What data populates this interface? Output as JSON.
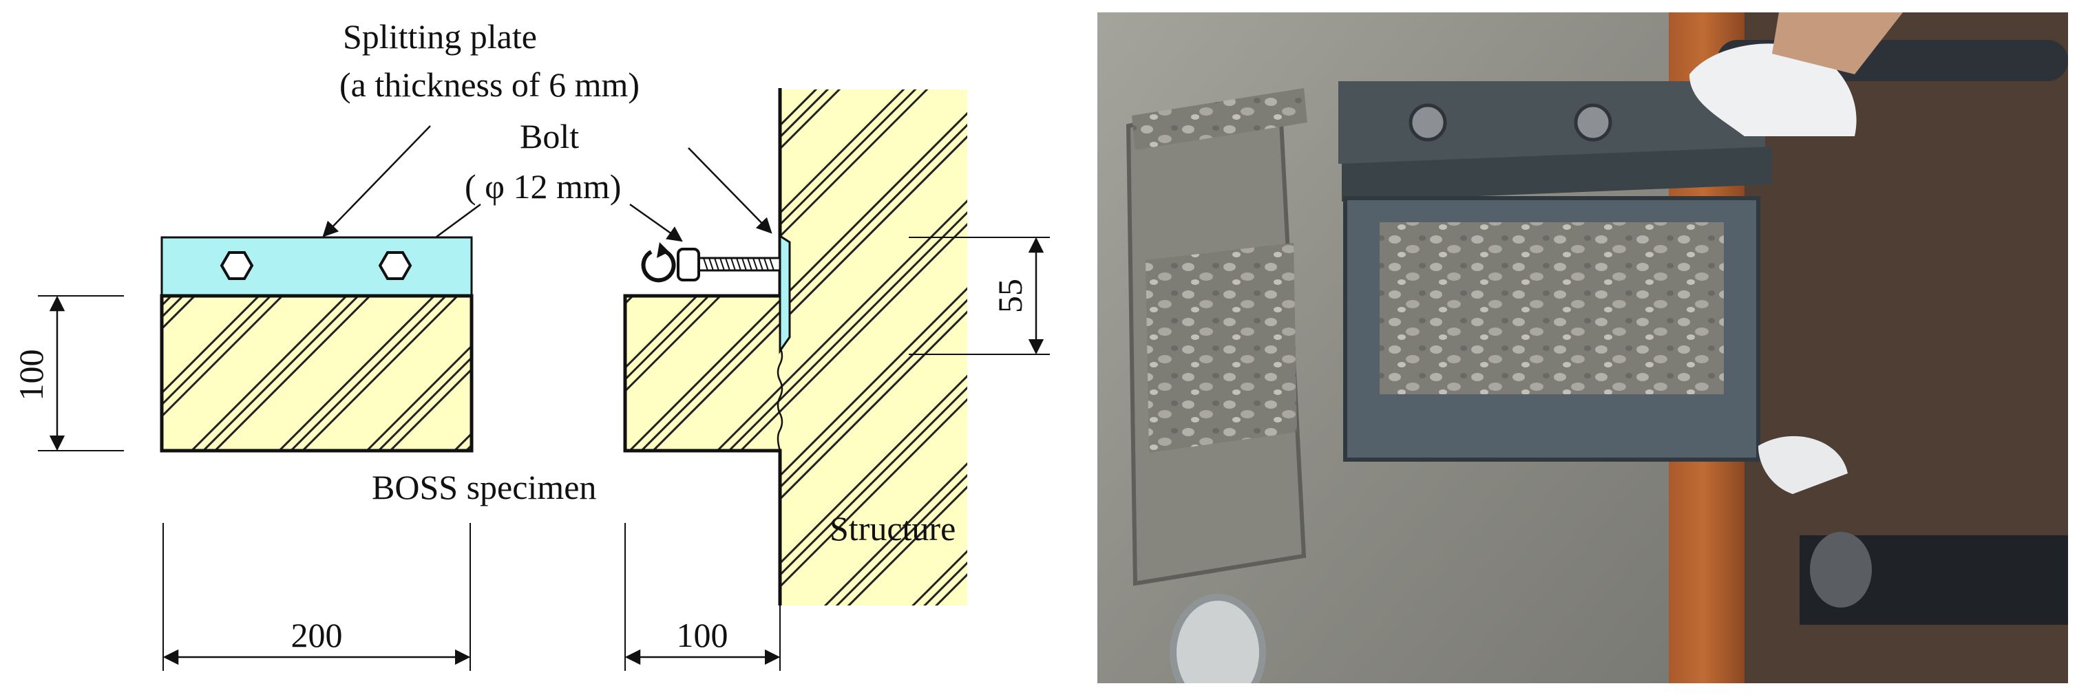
{
  "labels": {
    "splitting_plate": "Splitting plate",
    "plate_thickness": "(a thickness of 6 mm)",
    "bolt": "Bolt",
    "bolt_diameter": "( φ 12 mm)",
    "boss_specimen": "BOSS specimen",
    "structure": "Structure"
  },
  "dimensions": {
    "specimen_height": "100",
    "specimen_width": "200",
    "specimen_depth": "100",
    "plate_gap": "55"
  },
  "colors": {
    "concrete_fill": "#ffffc4",
    "plate_fill": "#aef2f4",
    "line": "#111111",
    "hatch": "#222222"
  },
  "icons": {
    "rotation": "clockwise-rotation-arrow-icon",
    "bolt_nut": "hexagon-nut-icon"
  }
}
